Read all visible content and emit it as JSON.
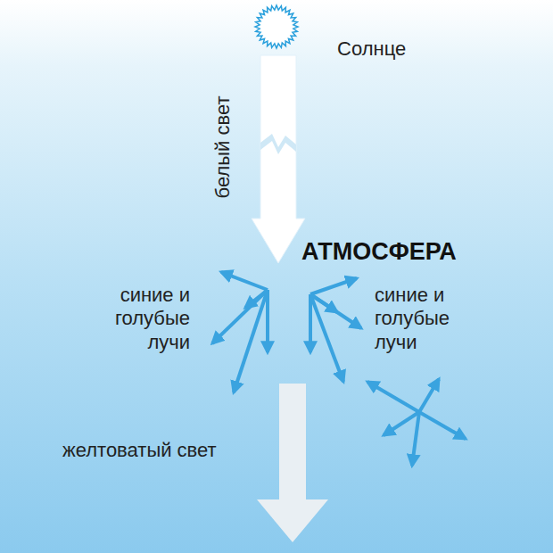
{
  "diagram": {
    "labels": [
      "Солнце",
      "белый свет",
      "АТМОСФЕРА",
      "синие и голубые лучи",
      "синие и голубые лучи",
      "желтоватый свет"
    ]
  }
}
